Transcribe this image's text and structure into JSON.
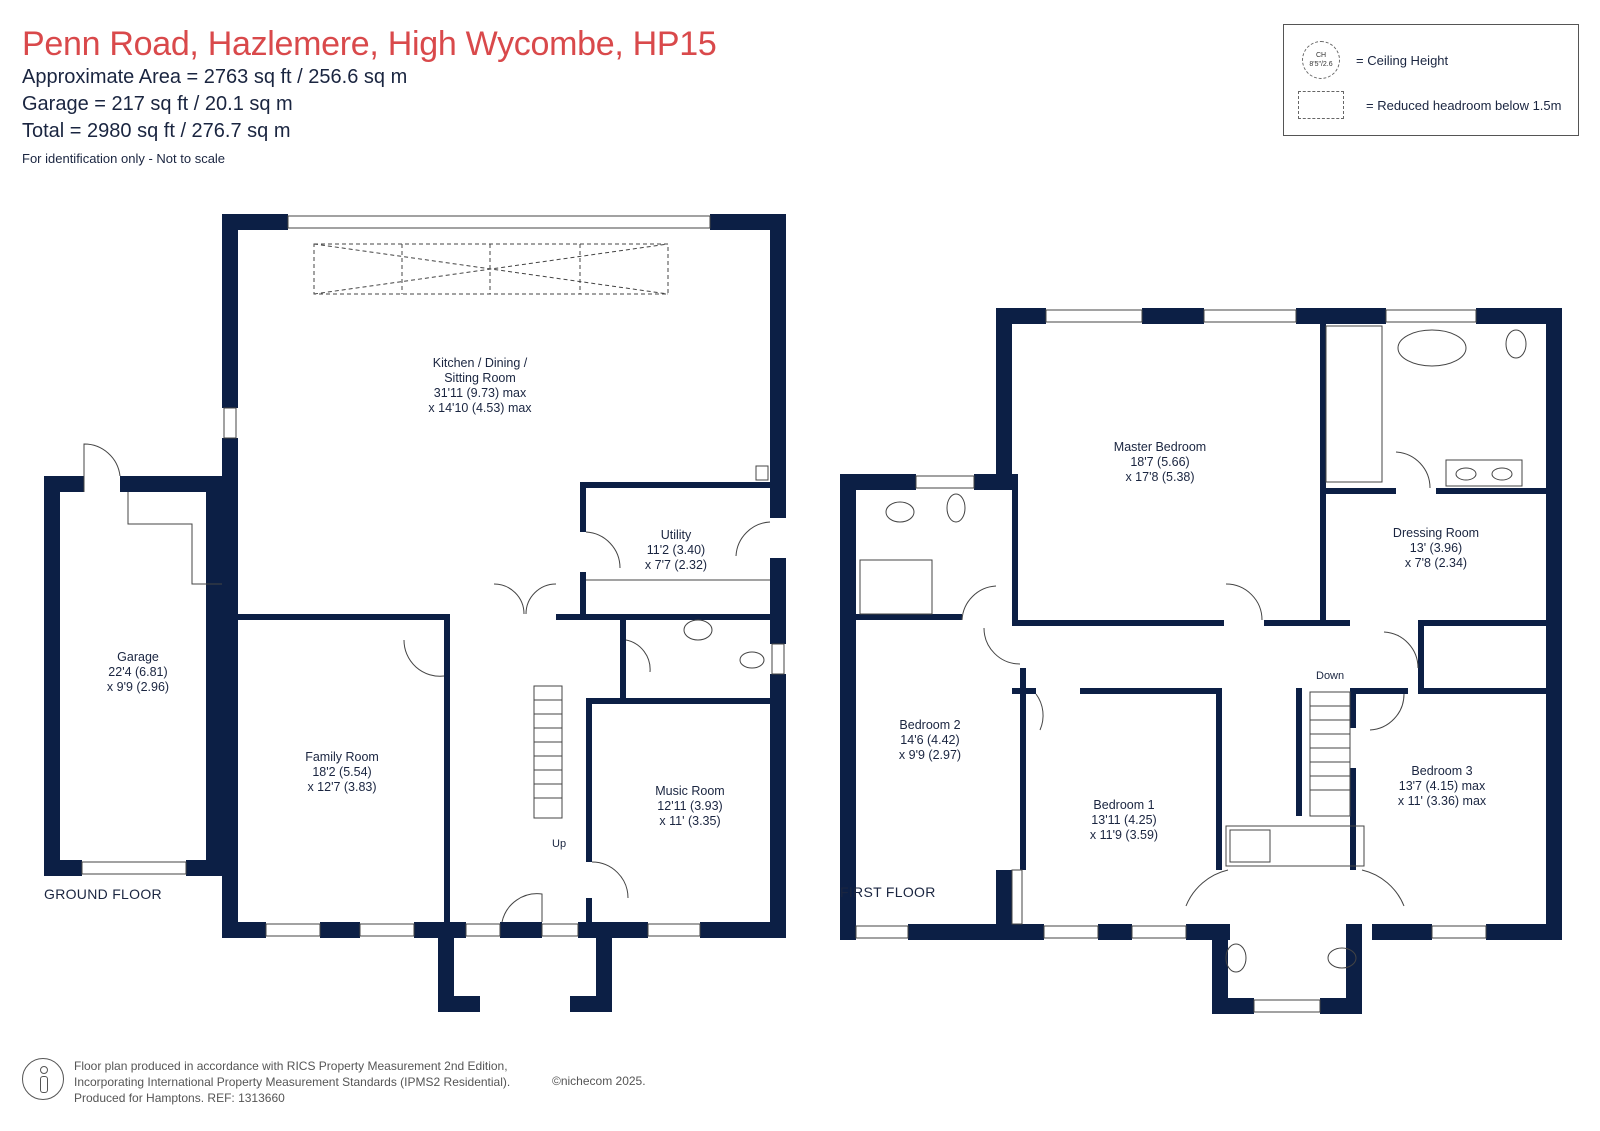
{
  "header": {
    "title": "Penn Road, Hazlemere, High Wycombe, HP15",
    "approx_area": "Approximate Area = 2763 sq ft / 256.6 sq m",
    "garage_area": "Garage = 217 sq ft / 20.1 sq m",
    "total_area": "Total = 2980 sq ft / 276.7 sq m",
    "note": "For identification only - Not to scale"
  },
  "legend": {
    "ceiling_symbol_top": "CH",
    "ceiling_symbol_value": "8'5\"/2.6",
    "ceiling_label": "= Ceiling Height",
    "reduced_label": "= Reduced headroom below 1.5m"
  },
  "ground_floor": {
    "label": "GROUND FLOOR",
    "stairs_label": "Up",
    "rooms": [
      {
        "name": "Kitchen / Dining /",
        "line2": "Sitting Room",
        "line3": "31'11 (9.73) max",
        "line4": "x 14'10 (4.53) max"
      },
      {
        "name": "Utility",
        "line2": "11'2 (3.40)",
        "line3": "x 7'7 (2.32)"
      },
      {
        "name": "Garage",
        "line2": "22'4 (6.81)",
        "line3": "x 9'9 (2.96)"
      },
      {
        "name": "Family Room",
        "line2": "18'2 (5.54)",
        "line3": "x 12'7 (3.83)"
      },
      {
        "name": "Music Room",
        "line2": "12'11 (3.93)",
        "line3": "x 11' (3.35)"
      }
    ]
  },
  "first_floor": {
    "label": "FIRST FLOOR",
    "stairs_label": "Down",
    "rooms": [
      {
        "name": "Master Bedroom",
        "line2": "18'7 (5.66)",
        "line3": "x 17'8 (5.38)"
      },
      {
        "name": "Dressing Room",
        "line2": "13' (3.96)",
        "line3": "x 7'8 (2.34)"
      },
      {
        "name": "Bedroom 2",
        "line2": "14'6 (4.42)",
        "line3": "x 9'9 (2.97)"
      },
      {
        "name": "Bedroom 1",
        "line2": "13'11 (4.25)",
        "line3": "x 11'9 (3.59)"
      },
      {
        "name": "Bedroom 3",
        "line2": "13'7 (4.15) max",
        "line3": "x 11' (3.36) max"
      }
    ]
  },
  "footer": {
    "line1": "Floor plan produced in accordance with RICS Property Measurement 2nd Edition,",
    "line2": "Incorporating International Property Measurement Standards (IPMS2 Residential).",
    "line3": "Produced for Hamptons.   REF: 1313660",
    "copyright": "©nichecom 2025."
  },
  "colors": {
    "wall": "#0c1f45",
    "title": "#d9494b",
    "text": "#1a2540"
  }
}
